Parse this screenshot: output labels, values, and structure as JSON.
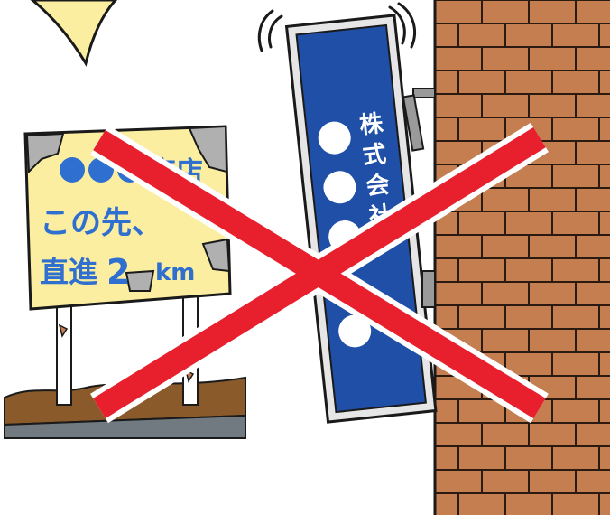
{
  "billboard": {
    "line1_shop": "商店",
    "line2": "この先、",
    "line3_prefix": "直進",
    "line3_number": "2",
    "line3_unit": "km"
  },
  "vertical_sign": {
    "chars": [
      "株",
      "式",
      "会",
      "社"
    ]
  },
  "colors": {
    "billboard_face": "#fbeea0",
    "billboard_text": "#2f6fd0",
    "sign_blue": "#1f4fa6",
    "brick": "#c47e50",
    "ground": "#8a5a2b",
    "road": "#707a80",
    "cross_red": "#e8202e",
    "speech_bubble": "#fbeea0"
  },
  "icons": [
    "speech-bubble-icon",
    "wobble-lines-icon",
    "prohibited-cross-icon"
  ]
}
